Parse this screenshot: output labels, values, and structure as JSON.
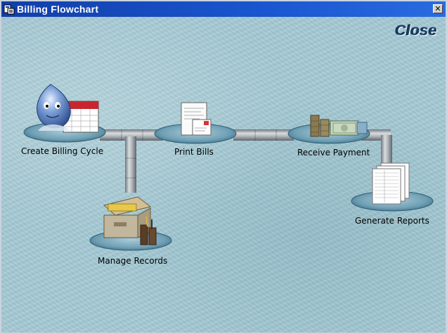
{
  "window": {
    "title": "Billing Flowchart",
    "close_glyph": "✕"
  },
  "close_label": "Close",
  "nodes": {
    "create_billing_cycle": "Create Billing Cycle",
    "print_bills": "Print Bills",
    "receive_payment": "Receive Payment",
    "generate_reports": "Generate Reports",
    "manage_records": "Manage Records"
  },
  "icons": {
    "create_billing_cycle": "droplet-mascot-calendar-icon",
    "print_bills": "bill-documents-icon",
    "receive_payment": "cash-stack-icon",
    "generate_reports": "report-stack-icon",
    "manage_records": "file-box-icon"
  },
  "colors": {
    "titlebar": "#123fa8",
    "background": "#a6cbd6",
    "close_text": "#1d3f66",
    "pipe": "#a3a8ad",
    "platform": "#6f9fb4"
  }
}
